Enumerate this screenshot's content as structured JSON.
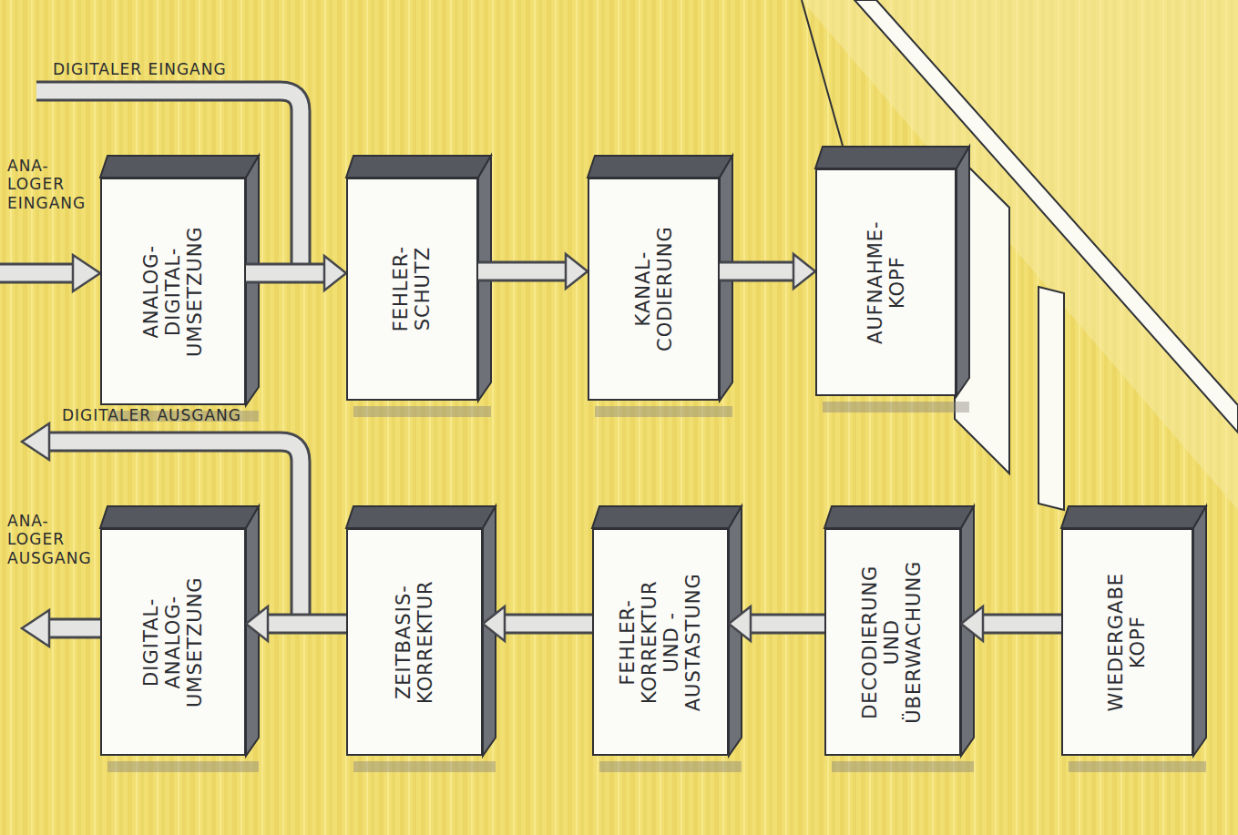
{
  "diagram": {
    "nodes": [
      {
        "text": [
          "ANALOG- DIGITAL- UMSETZUNG"
        ]
      },
      {
        "text": [
          "FEHLER- SCHUTZ"
        ]
      },
      {
        "text": [
          "KANAL- CODIERUNG"
        ]
      },
      {
        "text": [
          "AUFNAHME- KOPF"
        ]
      },
      {
        "text": [
          "DIGITAL- ANALOG- UMSETZUNG"
        ]
      },
      {
        "text": [
          "ZEITBASIS- KORREKTUR"
        ]
      },
      {
        "text": [
          "FEHLER- KORREKTUR UND -AUSTASTUNG"
        ]
      },
      {
        "text": [
          "DECODIERUNG UND ÜBERWACHUNG"
        ]
      },
      {
        "text": [
          "WIEDERGABE KOPF"
        ]
      }
    ],
    "edges": [
      {
        "from": 0,
        "to": 1,
        "arrow": "to"
      },
      {
        "from": 1,
        "to": 2,
        "arrow": "to"
      },
      {
        "from": 2,
        "to": 3,
        "arrow": "to"
      },
      {
        "from": 8,
        "to": 7,
        "arrow": "to"
      },
      {
        "from": 7,
        "to": 6,
        "arrow": "to"
      },
      {
        "from": 6,
        "to": 5,
        "arrow": "to"
      },
      {
        "from": 5,
        "to": 4,
        "arrow": "to"
      }
    ],
    "labels": [
      "DIGITALER EINGANG",
      "ANA- LOGER EINGANG",
      "DIGITALER AUSGANG",
      "ANA- LOGER AUSGANG"
    ]
  }
}
